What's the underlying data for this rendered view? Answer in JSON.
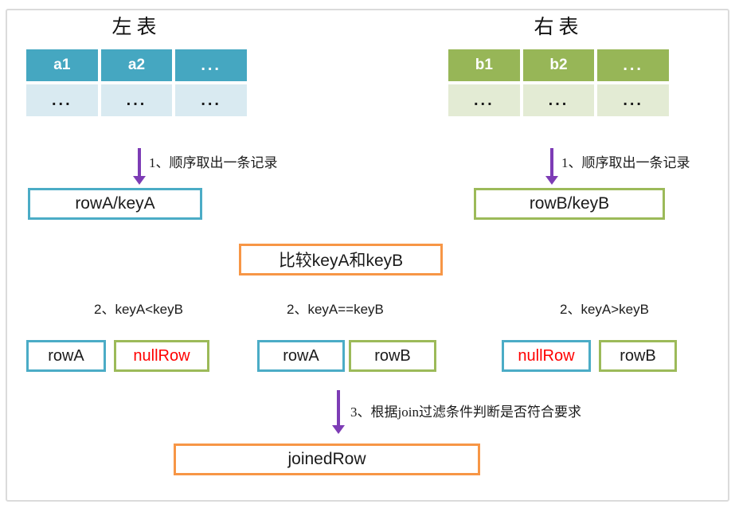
{
  "left_table": {
    "title": "左表",
    "headers": [
      "a1",
      "a2",
      "..."
    ],
    "row": [
      "...",
      "...",
      "..."
    ]
  },
  "right_table": {
    "title": "右表",
    "headers": [
      "b1",
      "b2",
      "..."
    ],
    "row": [
      "...",
      "...",
      "..."
    ]
  },
  "steps": {
    "step1_left": "1、顺序取出一条记录",
    "step1_right": "1、顺序取出一条记录",
    "step3": "3、根据join过滤条件判断是否符合要求"
  },
  "boxes": {
    "row_key_left": "rowA/keyA",
    "row_key_right": "rowB/keyB",
    "compare": "比较keyA和keyB",
    "joined": "joinedRow"
  },
  "branches": [
    {
      "label": "2、keyA<keyB",
      "boxes": [
        {
          "text": "rowA",
          "border": "teal",
          "text_color": "black"
        },
        {
          "text": "nullRow",
          "border": "green",
          "text_color": "red"
        }
      ]
    },
    {
      "label": "2、keyA==keyB",
      "boxes": [
        {
          "text": "rowA",
          "border": "teal",
          "text_color": "black"
        },
        {
          "text": "rowB",
          "border": "green",
          "text_color": "black"
        }
      ]
    },
    {
      "label": "2、keyA>keyB",
      "boxes": [
        {
          "text": "nullRow",
          "border": "teal",
          "text_color": "red"
        },
        {
          "text": "rowB",
          "border": "green",
          "text_color": "black"
        }
      ]
    }
  ],
  "colors": {
    "teal_header": "#45a7c1",
    "teal_row": "#d9eaf1",
    "teal_border": "#4bacc6",
    "green_header": "#97b657",
    "green_row": "#e3ebd4",
    "green_border": "#9cba59",
    "orange_border": "#f79646",
    "arrow_purple": "#7d3cb5",
    "null_row_red": "#ff0000",
    "frame_gray": "#dbdbdb"
  }
}
